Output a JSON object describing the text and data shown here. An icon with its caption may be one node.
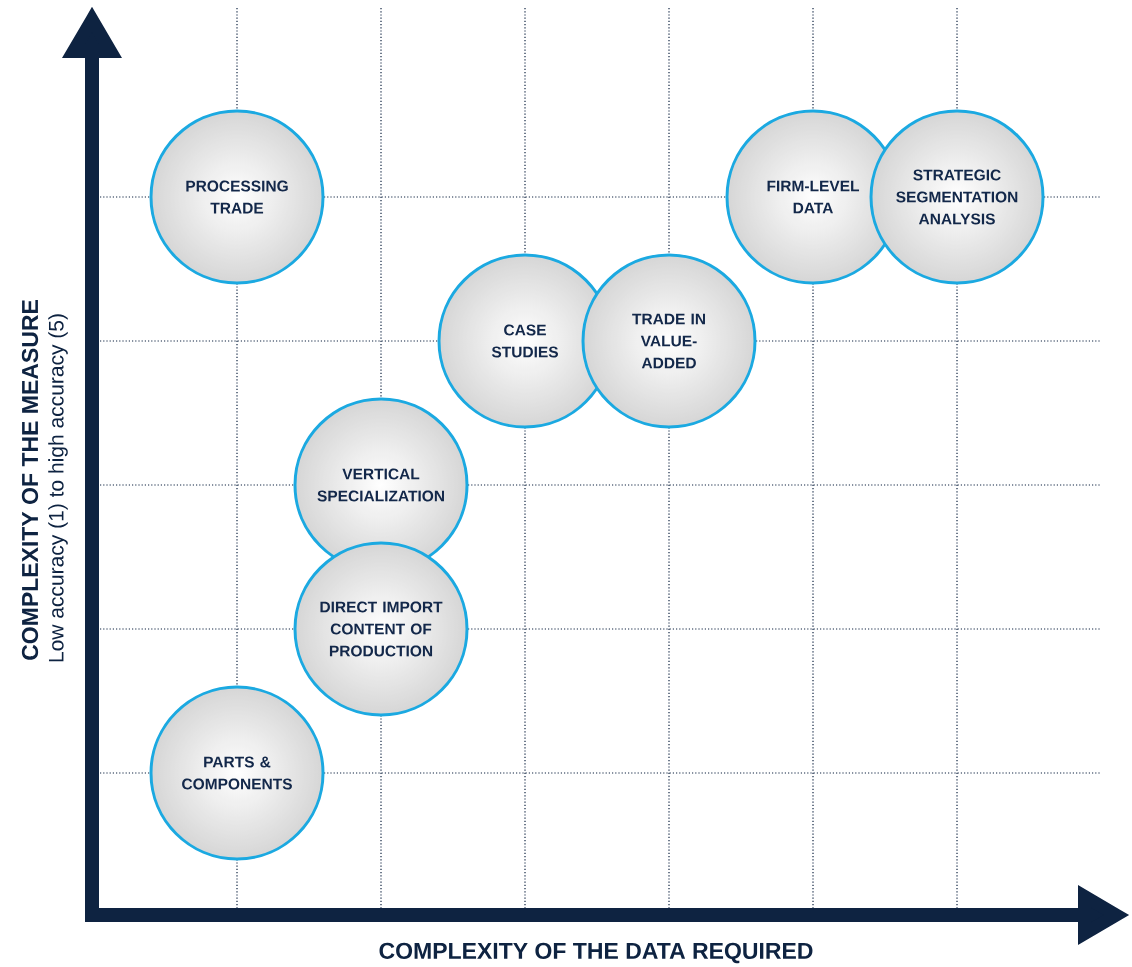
{
  "diagram": {
    "nodes": [
      {
        "text": [
          "PROCESSING TRADE"
        ]
      },
      {
        "text": [
          "FIRM-LEVEL DATA"
        ]
      },
      {
        "text": [
          "STRATEGIC SEGMENTATION ANALYSIS"
        ]
      },
      {
        "text": [
          "CASE STUDIES"
        ]
      },
      {
        "text": [
          "TRADE IN VALUE-ADDED"
        ]
      },
      {
        "text": [
          "VERTICAL SPECIALIZATION"
        ]
      },
      {
        "text": [
          "DIRECT IMPORT CONTENT OF PRODUCTION"
        ]
      },
      {
        "text": [
          "PARTS & COMPONENTS"
        ]
      }
    ],
    "labels": [
      "COMPLEXITY OF THE MEASURE",
      "Low accuracy (1) to high accuracy (5)",
      "COMPLEXITY OF THE DATA REQUIRED"
    ]
  }
}
